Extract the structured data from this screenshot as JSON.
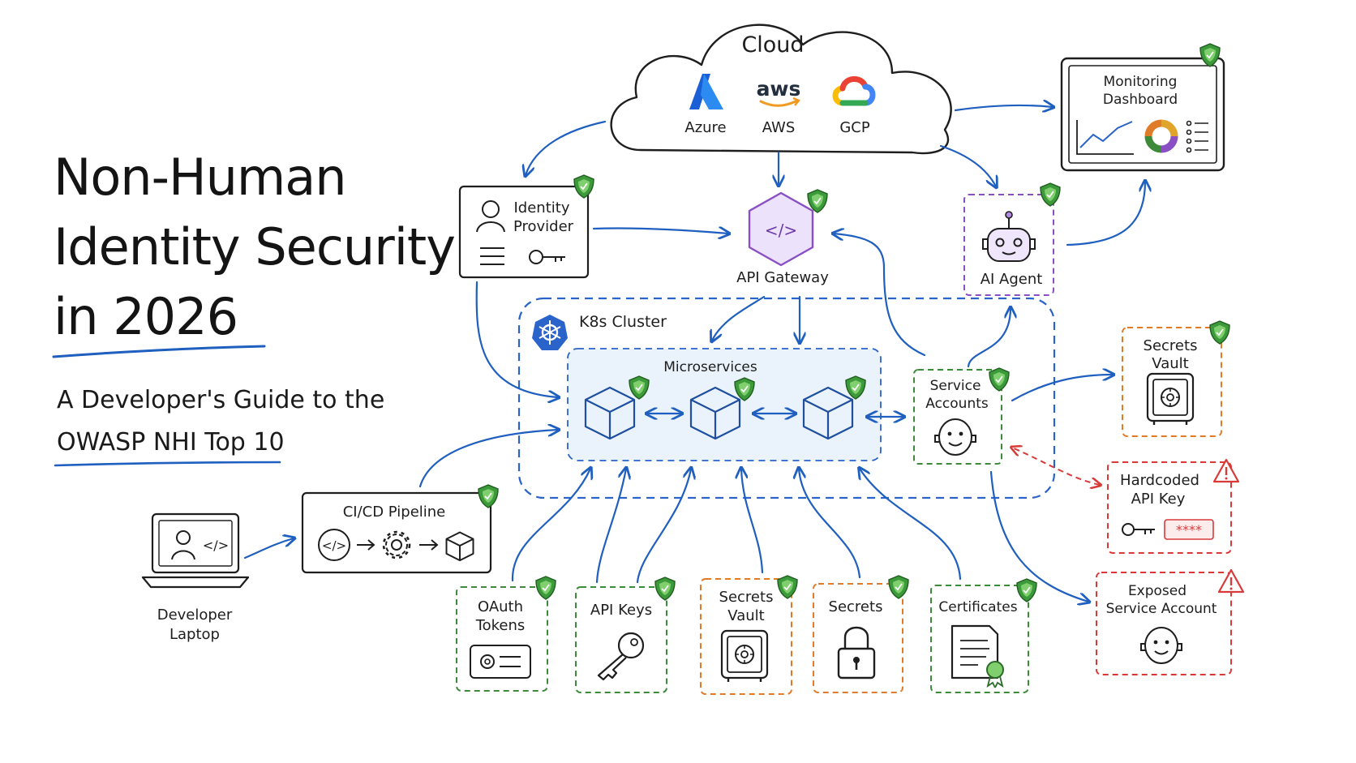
{
  "title": {
    "line1": "Non-Human",
    "line2": "Identity Security",
    "line3": "in 2026",
    "subtitle_line1": "A Developer's Guide to the",
    "subtitle_line2": "OWASP NHI Top 10"
  },
  "cloud": {
    "label": "Cloud",
    "providers": [
      {
        "name": "Azure",
        "icon": "azure-logo"
      },
      {
        "name": "AWS",
        "logo_text": "aws",
        "icon": "aws-logo"
      },
      {
        "name": "GCP",
        "icon": "gcp-logo"
      }
    ]
  },
  "identity_provider": {
    "line1": "Identity",
    "line2": "Provider"
  },
  "api_gateway": {
    "label": "API Gateway"
  },
  "ai_agent": {
    "label": "AI Agent"
  },
  "monitoring": {
    "line1": "Monitoring",
    "line2": "Dashboard"
  },
  "k8s": {
    "label": "K8s Cluster",
    "microservices_label": "Microservices"
  },
  "service_accounts": {
    "line1": "Service",
    "line2": "Accounts"
  },
  "secrets_vault_right": {
    "line1": "Secrets",
    "line2": "Vault"
  },
  "hardcoded_key": {
    "line1": "Hardcoded",
    "line2": "API Key",
    "masked": "****"
  },
  "exposed_account": {
    "line1": "Exposed",
    "line2": "Service Account"
  },
  "cicd": {
    "label": "CI/CD Pipeline"
  },
  "laptop": {
    "line1": "Developer",
    "line2": "Laptop"
  },
  "bottom_boxes": [
    {
      "line1": "OAuth",
      "line2": "Tokens"
    },
    {
      "line1": "API Keys",
      "line2": ""
    },
    {
      "line1": "Secrets",
      "line2": "Vault"
    },
    {
      "line1": "Secrets",
      "line2": ""
    },
    {
      "line1": "Certificates",
      "line2": ""
    }
  ],
  "colors": {
    "arrow_blue": "#1f5fbf",
    "secure_green": "#3d8a3a",
    "vault_orange": "#e07b2a",
    "risk_red": "#d83a3a",
    "agent_purple": "#8a4fc4",
    "k8s_blue": "#2a63c9",
    "shield_green": "#3c9a3a"
  }
}
